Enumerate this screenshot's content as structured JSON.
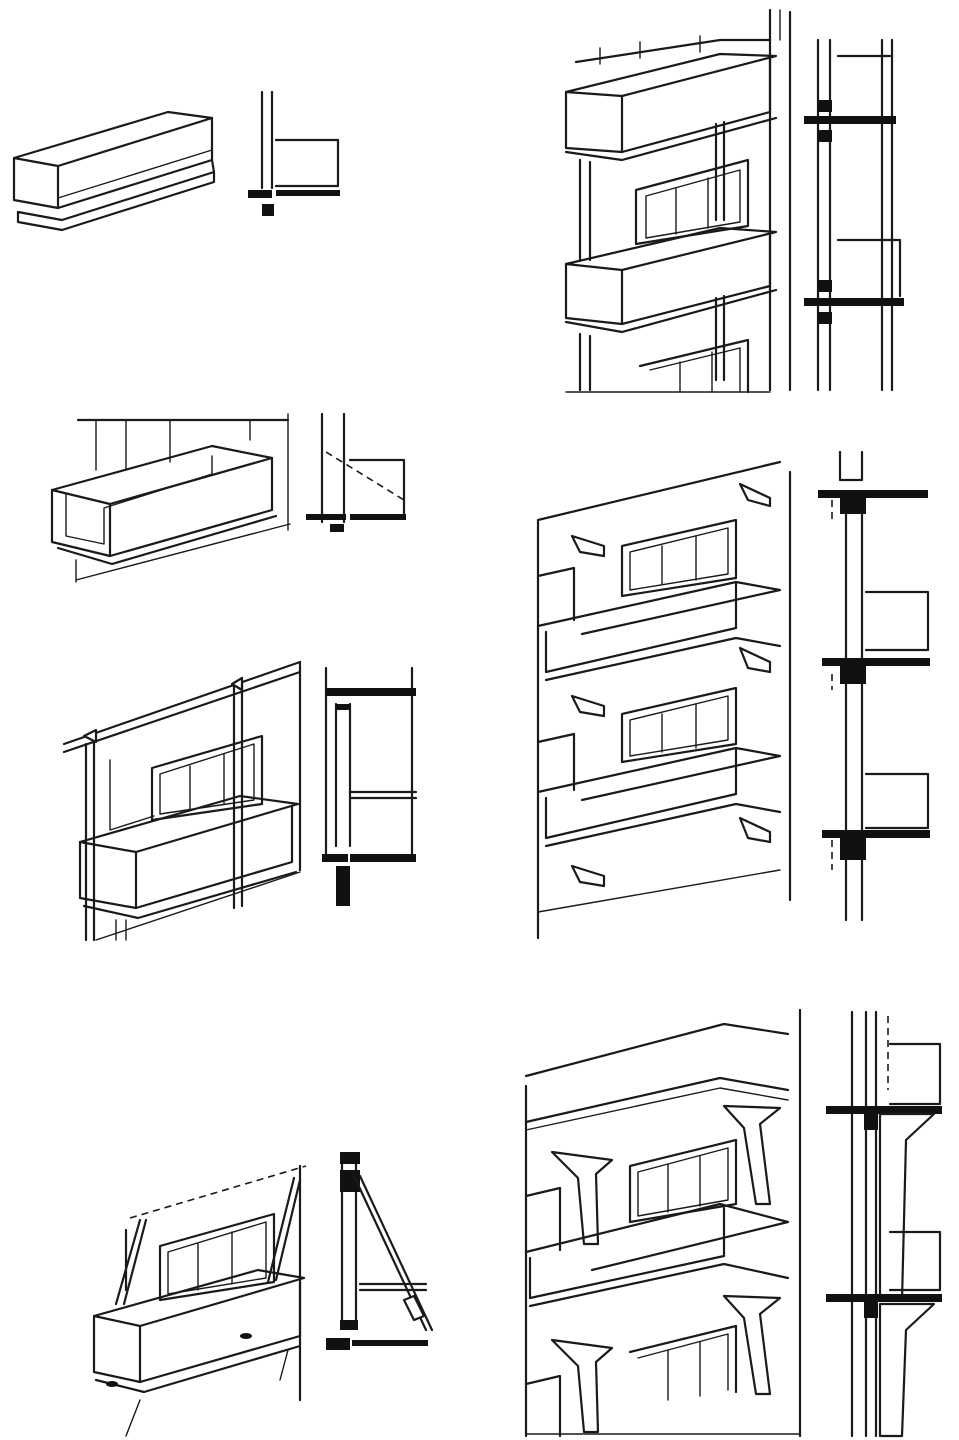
{
  "sheet": {
    "background": "#ffffff",
    "ink": "#1a1a1a",
    "fill_black": "#111111",
    "panels": [
      {
        "name": "slab-balcony",
        "views": [
          "perspective",
          "section"
        ]
      },
      {
        "name": "multi-storey-balcony-stack",
        "views": [
          "perspective",
          "section"
        ]
      },
      {
        "name": "side-wall-balcony",
        "views": [
          "perspective",
          "section"
        ]
      },
      {
        "name": "corbel-supported-balconies",
        "views": [
          "perspective",
          "section"
        ]
      },
      {
        "name": "post-supported-balcony",
        "views": [
          "perspective",
          "section"
        ]
      },
      {
        "name": "strut-suspended-balcony",
        "views": [
          "perspective",
          "section"
        ]
      },
      {
        "name": "bracket-supported-balconies",
        "views": [
          "perspective",
          "section"
        ]
      }
    ]
  }
}
